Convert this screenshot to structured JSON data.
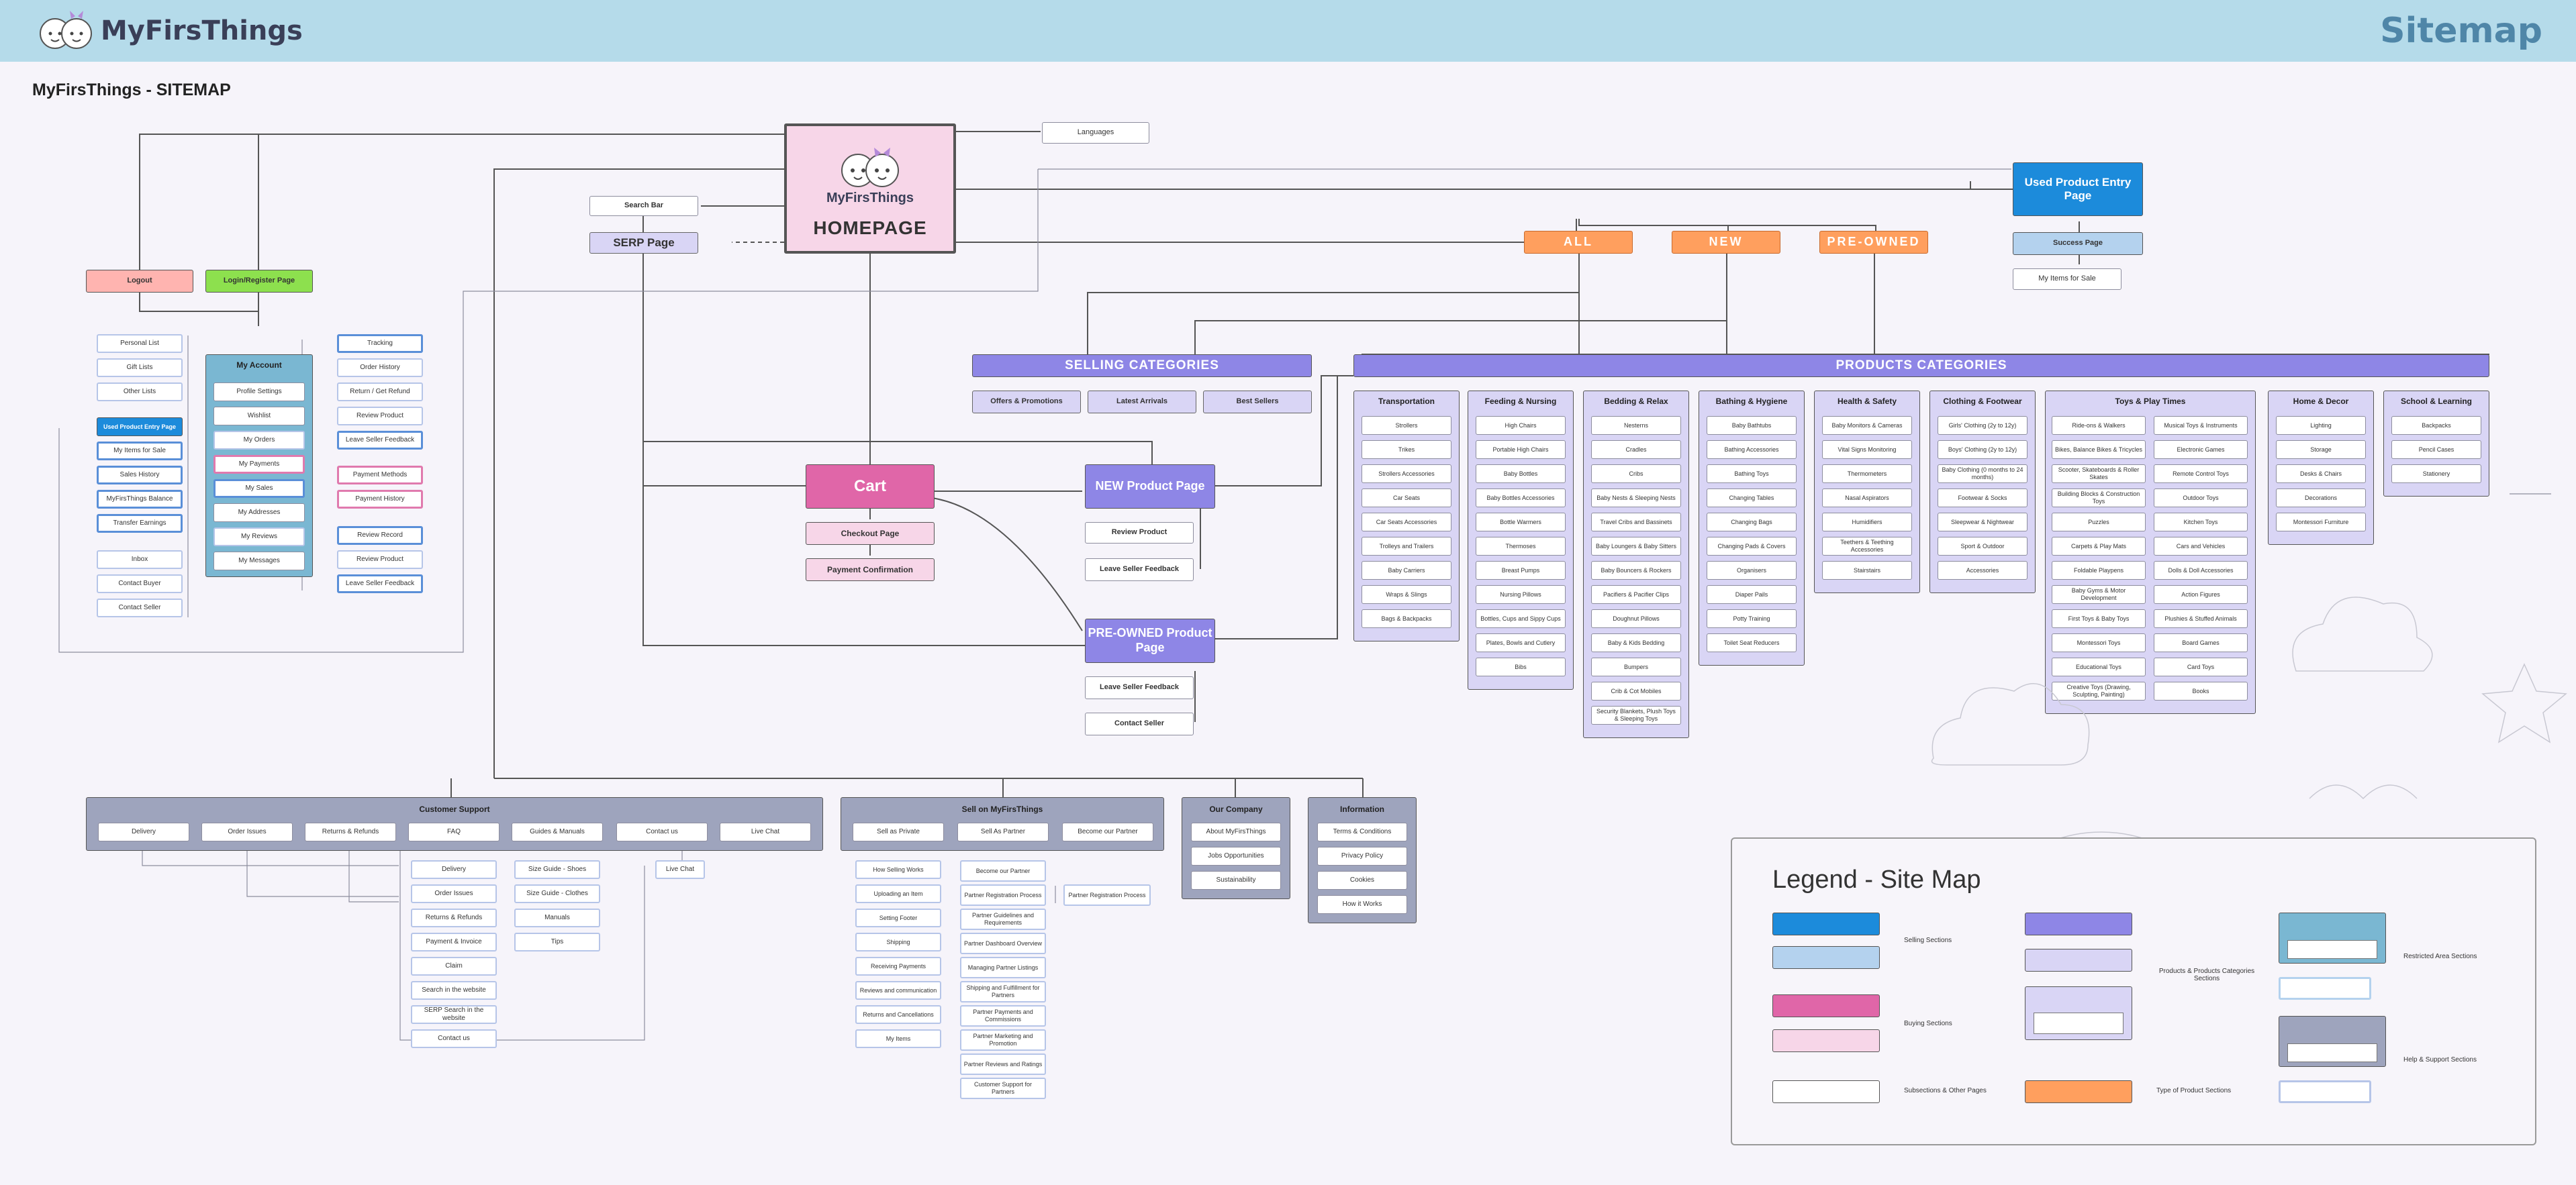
{
  "header": {
    "brand": "MyFirsThings",
    "title": "Sitemap"
  },
  "page_title": "MyFirsThings - SITEMAP",
  "homepage": {
    "brand": "MyFirsThings",
    "title": "HOMEPAGE"
  },
  "top": {
    "languages": "Languages",
    "search_bar": "Search Bar",
    "serp": "SERP Page",
    "logout": "Logout",
    "login": "Login/Register Page"
  },
  "used": {
    "entry": "Used Product Entry Page",
    "success": "Success Page",
    "my_items": "My Items for Sale"
  },
  "tabs": {
    "all": "ALL",
    "new": "NEW",
    "preowned": "PRE-OWNED"
  },
  "selling": {
    "title": "SELLING CATEGORIES",
    "items": [
      "Offers & Promotions",
      "Latest Arrivals",
      "Best Sellers"
    ]
  },
  "products_title": "PRODUCTS CATEGORIES",
  "categories": [
    {
      "title": "Transportation",
      "items": [
        "Strollers",
        "Trikes",
        "Strollers Accessories",
        "Car Seats",
        "Car Seats Accessories",
        "Trolleys and Trailers",
        "Baby Carriers",
        "Wraps & Slings",
        "Bags & Backpacks"
      ]
    },
    {
      "title": "Feeding & Nursing",
      "items": [
        "High Chairs",
        "Portable High Chairs",
        "Baby Bottles",
        "Baby Bottles Accessories",
        "Bottle Warmers",
        "Thermoses",
        "Breast Pumps",
        "Nursing Pillows",
        "Bottles, Cups and Sippy Cups",
        "Plates, Bowls and Cutlery",
        "Bibs"
      ]
    },
    {
      "title": "Bedding & Relax",
      "items": [
        "Nesterns",
        "Cradles",
        "Cribs",
        "Baby Nests & Sleeping Nests",
        "Travel Cribs and Bassinets",
        "Baby Loungers & Baby Sitters",
        "Baby Bouncers & Rockers",
        "Pacifiers & Pacifier Clips",
        "Doughnut Pillows",
        "Baby & Kids Bedding",
        "Bumpers",
        "Crib & Cot Mobiles",
        "Security Blankets, Plush Toys & Sleeping Toys"
      ]
    },
    {
      "title": "Bathing & Hygiene",
      "items": [
        "Baby Bathtubs",
        "Bathing Accessories",
        "Bathing Toys",
        "Changing Tables",
        "Changing Bags",
        "Changing Pads & Covers",
        "Organisers",
        "Diaper Pails",
        "Potty Training",
        "Toilet Seat Reducers"
      ]
    },
    {
      "title": "Health & Safety",
      "items": [
        "Baby Monitors & Cameras",
        "Vital Signs Monitoring",
        "Thermometers",
        "Nasal Aspirators",
        "Humidifiers",
        "Teethers & Teething Accessories",
        "Stairstairs"
      ]
    },
    {
      "title": "Clothing & Footwear",
      "items": [
        "Girls' Clothing (2y to 12y)",
        "Boys' Clothing (2y to 12y)",
        "Baby Clothing (0 months to 24 months)",
        "Footwear & Socks",
        "Sleepwear & Nightwear",
        "Sport & Outdoor",
        "Accessories"
      ]
    },
    {
      "title": "Toys & Play Times",
      "items": [
        "Ride-ons & Walkers",
        "Musical Toys & Instruments",
        "Bikes, Balance Bikes & Tricycles",
        "Electronic Games",
        "Scooter, Skateboards & Roller Skates",
        "Remote Control Toys",
        "Building Blocks & Construction Toys",
        "Outdoor Toys",
        "Puzzles",
        "Kitchen Toys",
        "Carpets & Play Mats",
        "Cars and Vehicles",
        "Foldable Playpens",
        "Dolls & Doll Accessories",
        "Baby Gyms & Motor Development",
        "Action Figures",
        "First Toys & Baby Toys",
        "Plushies & Stuffed Animals",
        "Montessori Toys",
        "Board Games",
        "Educational Toys",
        "Card Toys",
        "Creative Toys (Drawing, Sculpting, Painting)",
        "Books"
      ]
    },
    {
      "title": "Home & Decor",
      "items": [
        "Lighting",
        "Storage",
        "Desks & Chairs",
        "Decorations",
        "Montessori Furniture"
      ]
    },
    {
      "title": "School & Learning",
      "items": [
        "Backpacks",
        "Pencil Cases",
        "Stationery"
      ]
    }
  ],
  "cart": {
    "title": "Cart",
    "checkout": "Checkout Page",
    "confirm": "Payment Confirmation"
  },
  "new_product": {
    "title": "NEW Product Page",
    "review": "Review Product",
    "feedback": "Leave Seller Feedback"
  },
  "preowned_product": {
    "title": "PRE-OWNED Product Page",
    "feedback": "Leave Seller Feedback",
    "contact": "Contact Seller"
  },
  "account": {
    "title": "My Account",
    "items": [
      "Profile Settings",
      "Wishlist",
      "My Orders",
      "My Payments",
      "My Sales",
      "My Addresses",
      "My Reviews",
      "My Messages"
    ],
    "left_top": [
      "Personal List",
      "Gift Lists",
      "Other Lists"
    ],
    "left_used": "Used Product Entry Page",
    "left_mid": [
      "My Items for Sale",
      "Sales History",
      "MyFirsThings Balance",
      "Transfer Earnings"
    ],
    "left_bot": [
      "Inbox",
      "Contact Buyer",
      "Contact Seller"
    ],
    "right": [
      "Tracking",
      "Order History",
      "Return / Get Refund",
      "Review Product",
      "Leave Seller Feedback",
      "Payment Methods",
      "Payment History",
      "Review Record",
      "Review Product",
      "Leave Seller Feedback"
    ]
  },
  "support": {
    "title": "Customer Support",
    "tabs": [
      "Delivery",
      "Order Issues",
      "Returns & Refunds",
      "FAQ",
      "Guides & Manuals",
      "Contact us",
      "Live Chat"
    ],
    "faq": [
      "Delivery",
      "Order Issues",
      "Returns & Refunds",
      "Payment & Invoice",
      "Claim",
      "Search in the website",
      "SERP Search in the website",
      "Contact us"
    ],
    "guides": [
      "Size Guide - Shoes",
      "Size Guide - Clothes",
      "Manuals",
      "Tips"
    ],
    "live": "Live Chat"
  },
  "sell": {
    "title": "Sell on MyFirsThings",
    "tabs": [
      "Sell as Private",
      "Sell As Partner",
      "Become our Partner"
    ],
    "private": [
      "How Selling Works",
      "Uploading an Item",
      "Setting Footer",
      "Shipping",
      "Receiving Payments",
      "Reviews and communication",
      "Returns and Cancellations",
      "My Items"
    ],
    "partner": [
      "Become our Partner",
      "Partner Registration Process",
      "Partner Guidelines and Requirements",
      "Partner Dashboard Overview",
      "Managing Partner Listings",
      "Shipping and Fulfillment for Partners",
      "Partner Payments and Commissions",
      "Partner Marketing and Promotion",
      "Partner Reviews and Ratings",
      "Customer Support for Partners"
    ],
    "reg": "Partner Registration Process"
  },
  "company": {
    "title": "Our Company",
    "items": [
      "About MyFirsThings",
      "Jobs Opportunities",
      "Sustainability"
    ]
  },
  "info": {
    "title": "Information",
    "items": [
      "Terms & Conditions",
      "Privacy Policy",
      "Cookies",
      "How it Works"
    ]
  },
  "legend": {
    "title": "Legend - Site Map",
    "selling": "Selling Sections",
    "buying": "Buying Sections",
    "sub": "Subsections & Other Pages",
    "products": "Products & Products Categories Sections",
    "type": "Type of Product Sections",
    "restricted": "Restricted Area Sections",
    "help": "Help & Support Sections"
  },
  "colors": {
    "header": "#b5dbea",
    "purple": "#8e86e6",
    "lavender": "#d9d5f5",
    "pink": "#e066a8",
    "pink_light": "#f7d6e8",
    "orange": "#ff9f5e",
    "blue": "#1c8bdb",
    "blue_light": "#b4d2ee",
    "teal": "#7ab7d2",
    "slate": "#9ea4bd",
    "green": "#8de04e",
    "red": "#ffb4b0"
  }
}
